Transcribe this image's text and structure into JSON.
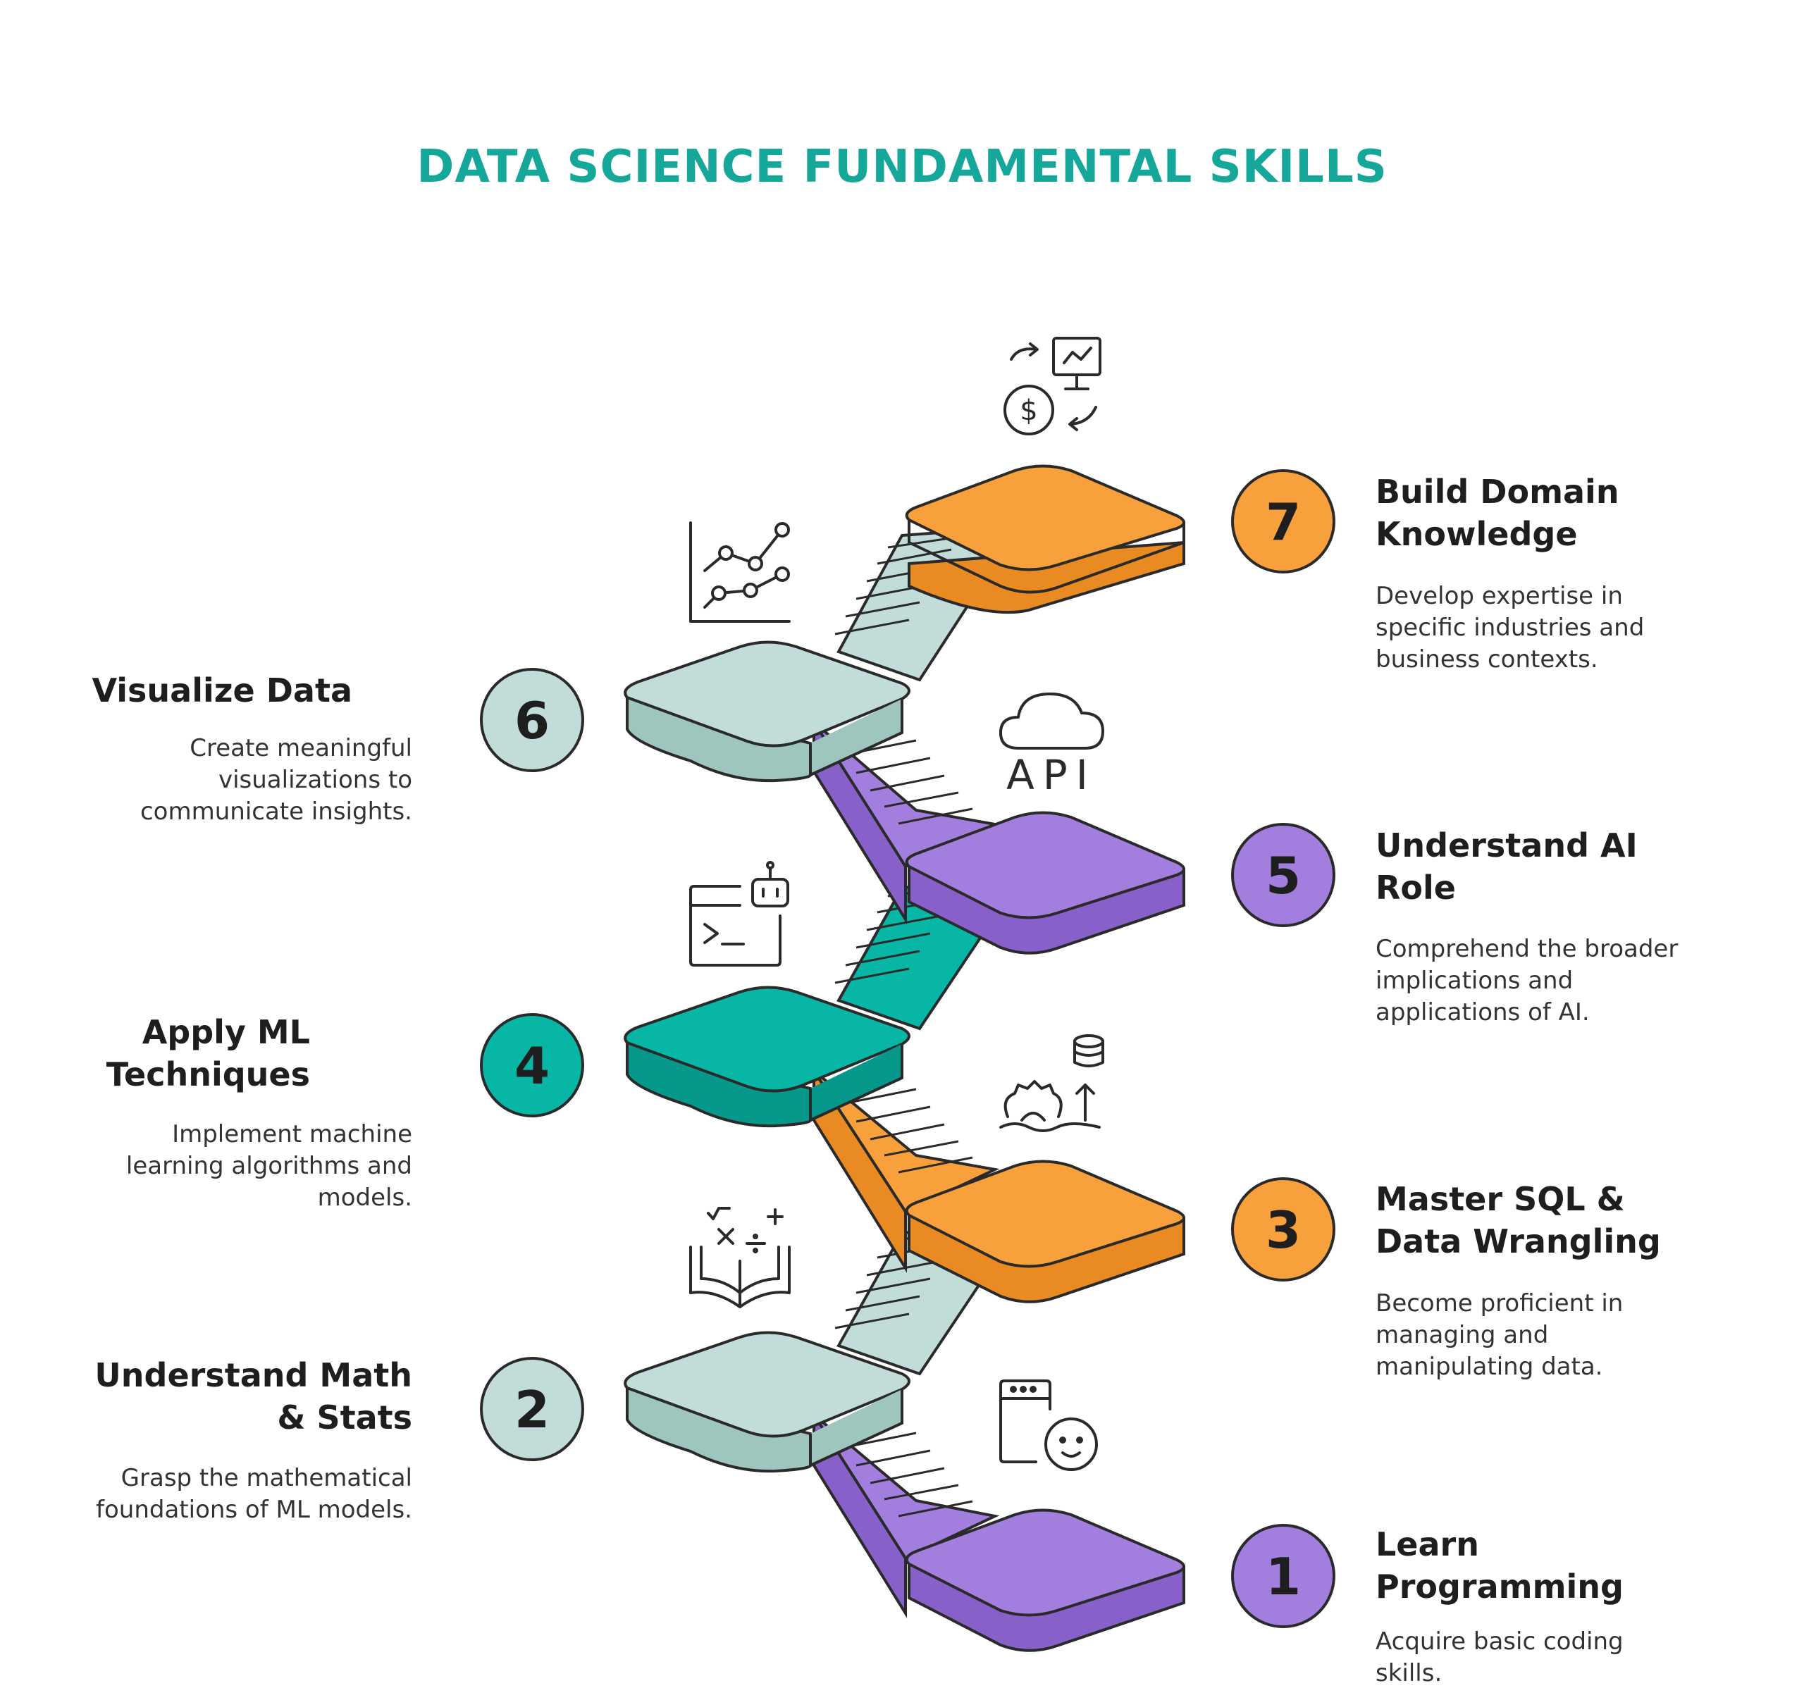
{
  "title": "DATA SCIENCE FUNDAMENTAL SKILLS",
  "colors": {
    "title": "#15a89a",
    "purple": "#a27fdf",
    "purple_dark": "#8761c9",
    "orange": "#f7a03c",
    "orange_dark": "#e98a22",
    "mint": "#c2ddd9",
    "mint_dark": "#9ec6bf",
    "teal": "#08b6a6",
    "teal_dark": "#06988b",
    "outline": "#2a2a2a"
  },
  "steps": [
    {
      "number": "1",
      "title": "Learn Programming",
      "description": "Acquire basic coding skills.",
      "icon": "coder-browser-icon",
      "color": "purple"
    },
    {
      "number": "2",
      "title": "Understand Math & Stats",
      "description": "Grasp the mathematical foundations of ML models.",
      "icon": "math-book-icon",
      "color": "mint"
    },
    {
      "number": "3",
      "title": "Master SQL & Data Wrangling",
      "description": "Become proficient in managing and manipulating data.",
      "icon": "database-gear-icon",
      "color": "orange"
    },
    {
      "number": "4",
      "title": "Apply ML Techniques",
      "description": "Implement machine learning algorithms and models.",
      "icon": "terminal-robot-icon",
      "color": "teal"
    },
    {
      "number": "5",
      "title": "Understand AI Role",
      "description": "Comprehend the broader implications and applications of AI.",
      "icon": "cloud-api-icon",
      "color": "purple"
    },
    {
      "number": "6",
      "title": "Visualize Data",
      "description": "Create meaningful visualizations to communicate insights.",
      "icon": "line-chart-icon",
      "color": "mint"
    },
    {
      "number": "7",
      "title": "Build Domain Knowledge",
      "description": "Develop expertise in specific industries and business contexts.",
      "icon": "business-cycle-icon",
      "color": "orange"
    }
  ],
  "icon_labels": {
    "api": "API"
  }
}
